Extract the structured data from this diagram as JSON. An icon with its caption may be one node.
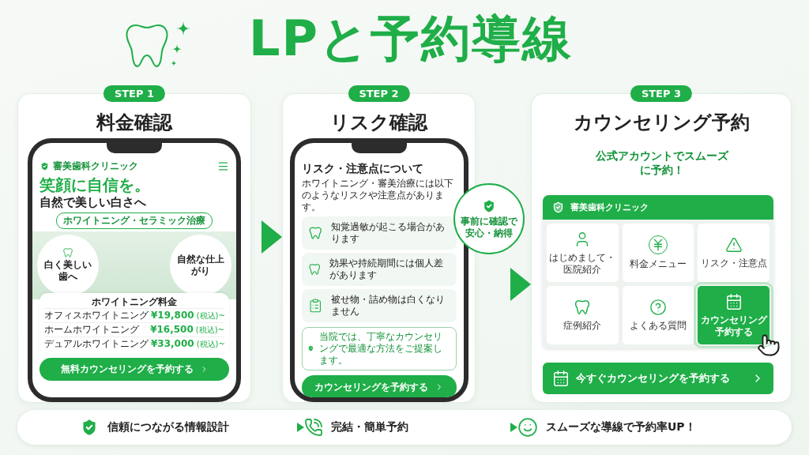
{
  "diagram": {
    "title": "LPと予約導線",
    "nodes": [
      {
        "text": [
          "STEP 1",
          "料金確認"
        ]
      },
      {
        "text": [
          "STEP 2",
          "リスク確認"
        ]
      },
      {
        "text": [
          "STEP 3",
          "カウンセリング予約"
        ]
      },
      {
        "text": [
          "事前に確認で安心・納得"
        ]
      },
      {
        "text": [
          "信頼につながる情報設計"
        ]
      },
      {
        "text": [
          "完結・簡単予約"
        ]
      },
      {
        "text": [
          "スムーズな導線で予約率UP！"
        ]
      }
    ],
    "edges": [
      {
        "from": 0,
        "to": 1,
        "arrow": "to"
      },
      {
        "from": 1,
        "to": 2,
        "arrow": "to"
      },
      {
        "from": 4,
        "to": 5,
        "arrow": "to"
      },
      {
        "from": 5,
        "to": 6,
        "arrow": "to"
      }
    ],
    "labels": [
      "審美歯科クリニック",
      "笑顔に自信を。",
      "自然で美しい白さへ",
      "ホワイトニング・セラミック治療",
      "白く美しい歯へ",
      "自然な仕上がり",
      "ホワイトニング料金",
      "オフィスホワイトニング",
      "¥19,800",
      "(税込)~",
      "ホームホワイトニング",
      "¥16,500",
      "(税込)~",
      "デュアルホワイトニング",
      "¥33,000",
      "(税込)~",
      "無料カウンセリングを予約する",
      "リスク・注意点について",
      "ホワイトニング・審美治療には以下のようなリスクや注意点があります。",
      "知覚過敏が起こる場合があります",
      "効果や持続期間には個人差があります",
      "被せ物・詰め物は白くなりません",
      "当院では、丁寧なカウンセリングで最適な方法をご提案します。",
      "カウンセリングを予約する",
      "公式アカウントでスムーズに予約！",
      "審美歯科クリニック",
      "はじめまして・医院紹介",
      "料金メニュー",
      "リスク・注意点",
      "症例紹介",
      "よくある質問",
      "カウンセリング予約する",
      "今すぐカウンセリングを予約する"
    ]
  }
}
